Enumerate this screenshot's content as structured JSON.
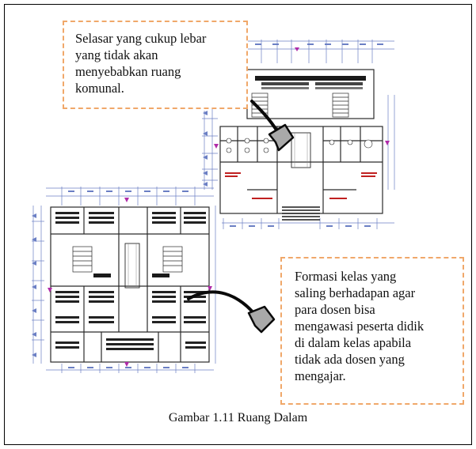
{
  "annotations": {
    "top_note": {
      "lines": [
        "Selasar yang cukup lebar",
        "yang tidak akan",
        "menyebabkan ruang",
        "komunal."
      ]
    },
    "right_note": {
      "lines": [
        "Formasi kelas yang",
        "saling berhadapan agar",
        "para dosen bisa",
        "mengawasi peserta didik",
        "di dalam kelas apabila",
        "tidak ada dosen yang",
        "mengajar."
      ]
    }
  },
  "caption": "Gambar 1.11 Ruang Dalam",
  "colors": {
    "note_border": "#f0a86a",
    "plan_line": "#2a2a2a",
    "dimension_line": "#6b7fc4",
    "marker_magenta": "#b02aa8",
    "label_red": "#c02020",
    "arrow": "#0a0a0a"
  }
}
